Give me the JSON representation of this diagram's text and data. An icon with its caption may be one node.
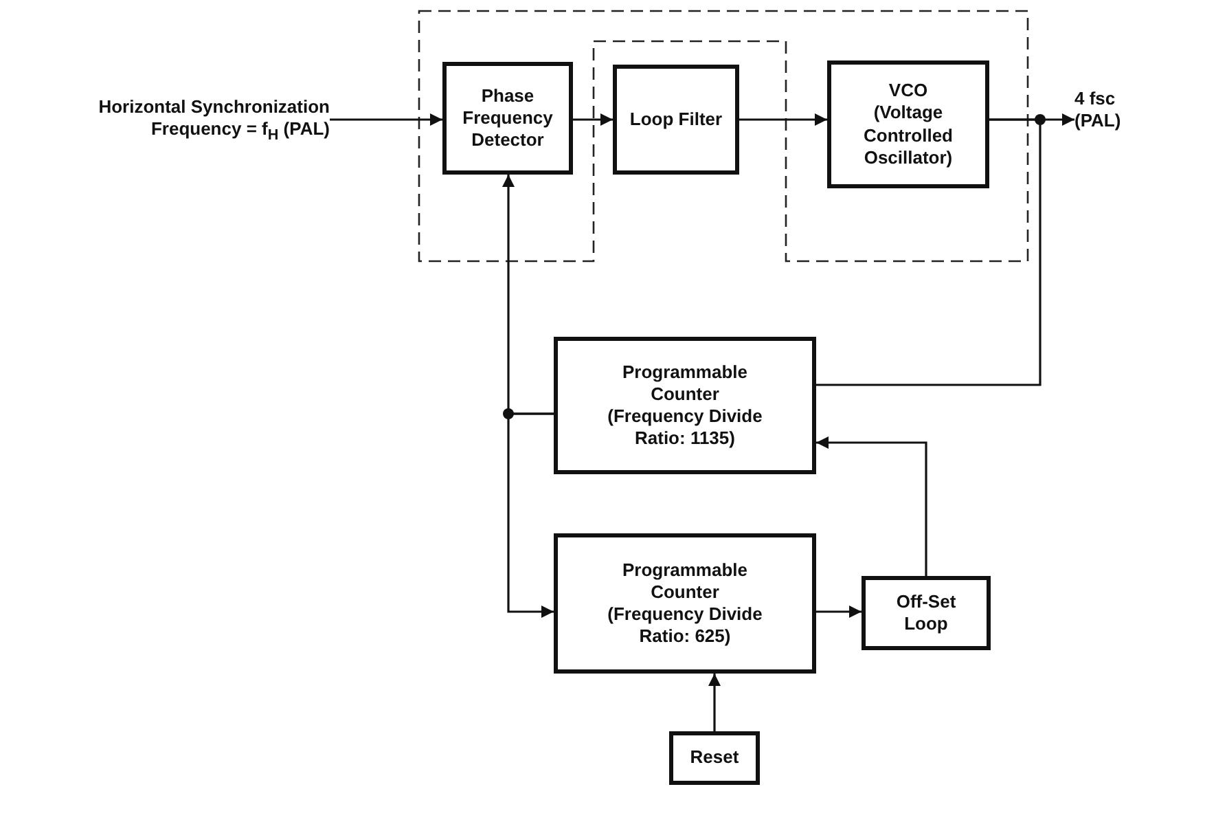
{
  "diagram": {
    "nodes": [
      {
        "text": [
          "Horizontal Synchronization Frequency = f$_{H}$ (PAL)"
        ]
      },
      {
        "text": [
          "Phase Frequency Detector"
        ]
      },
      {
        "text": [
          "Loop Filter"
        ]
      },
      {
        "text": [
          "VCO",
          "(Voltage Controlled Oscillator)"
        ]
      },
      {
        "text": [
          "4 fsc (PAL)"
        ]
      },
      {
        "text": [
          "Programmable Counter (Frequency Divide Ratio: 1135)"
        ]
      },
      {
        "text": [
          "Programmable Counter (Frequency Divide Ratio: 625)"
        ]
      },
      {
        "text": [
          "Off-Set Loop"
        ]
      },
      {
        "text": [
          "Reset"
        ]
      }
    ],
    "edges": [
      {
        "from": 0,
        "to": 1,
        "arrow": "to"
      },
      {
        "from": 1,
        "to": 2,
        "arrow": "to"
      },
      {
        "from": 2,
        "to": 3,
        "arrow": "to"
      },
      {
        "from": 3,
        "to": 4,
        "arrow": "to"
      },
      {
        "from": 3,
        "to": 5,
        "arrow": "none"
      },
      {
        "from": 5,
        "to": 1,
        "arrow": "to"
      },
      {
        "from": 5,
        "to": 6,
        "arrow": "to"
      },
      {
        "from": 7,
        "to": 5,
        "arrow": "to"
      },
      {
        "from": 6,
        "to": 7,
        "arrow": "to"
      },
      {
        "from": 8,
        "to": 6,
        "arrow": "to"
      }
    ]
  }
}
